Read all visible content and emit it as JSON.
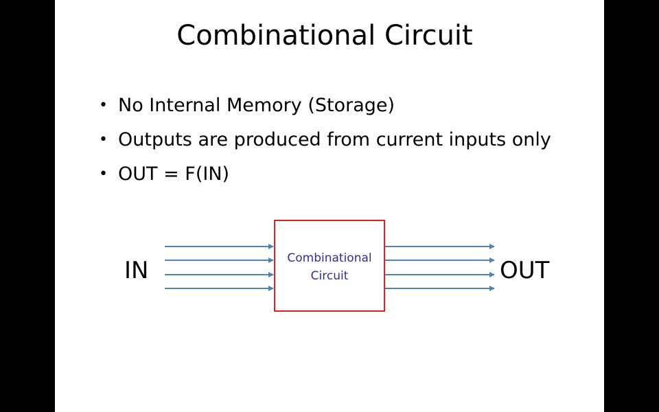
{
  "slide": {
    "title": "Combinational Circuit",
    "bullets": [
      "No Internal Memory (Storage)",
      "Outputs are produced from current inputs only",
      "OUT = F(IN)"
    ]
  },
  "diagram": {
    "input_label": "IN",
    "output_label": "OUT",
    "box_label_line1": "Combinational",
    "box_label_line2": "Circuit",
    "input_arrow_count": 4,
    "output_arrow_count": 4,
    "colors": {
      "arrow": "#4f81bd",
      "box_border": "#e02020",
      "box_text": "#2e2e9e"
    }
  }
}
